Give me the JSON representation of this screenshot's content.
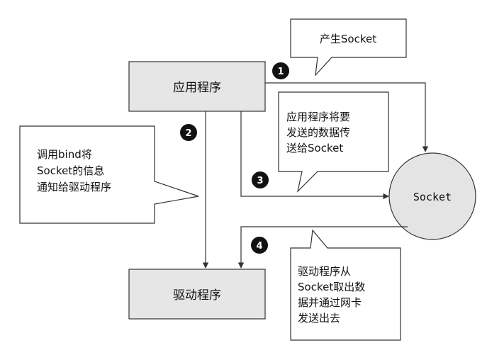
{
  "nodes": {
    "app": {
      "label": "应用程序"
    },
    "driver": {
      "label": "驱动程序"
    },
    "socket": {
      "label": "Socket"
    }
  },
  "callouts": {
    "create": {
      "lines": [
        "产生Socket"
      ]
    },
    "send": {
      "lines": [
        "应用程序将要",
        "发送的数据传",
        "送给Socket"
      ]
    },
    "bind": {
      "lines": [
        "调用bind将",
        "Socket的信息",
        "通知给驱动程序"
      ]
    },
    "fetch": {
      "lines": [
        "驱动程序从",
        "Socket取出数",
        "据并通过网卡",
        "发送出去"
      ]
    }
  },
  "steps": [
    "1",
    "2",
    "3",
    "4"
  ],
  "colors": {
    "box_fill": "#e6e6e6",
    "circle_fill": "#e4e4e4",
    "stroke": "#333333",
    "badge": "#111111"
  }
}
